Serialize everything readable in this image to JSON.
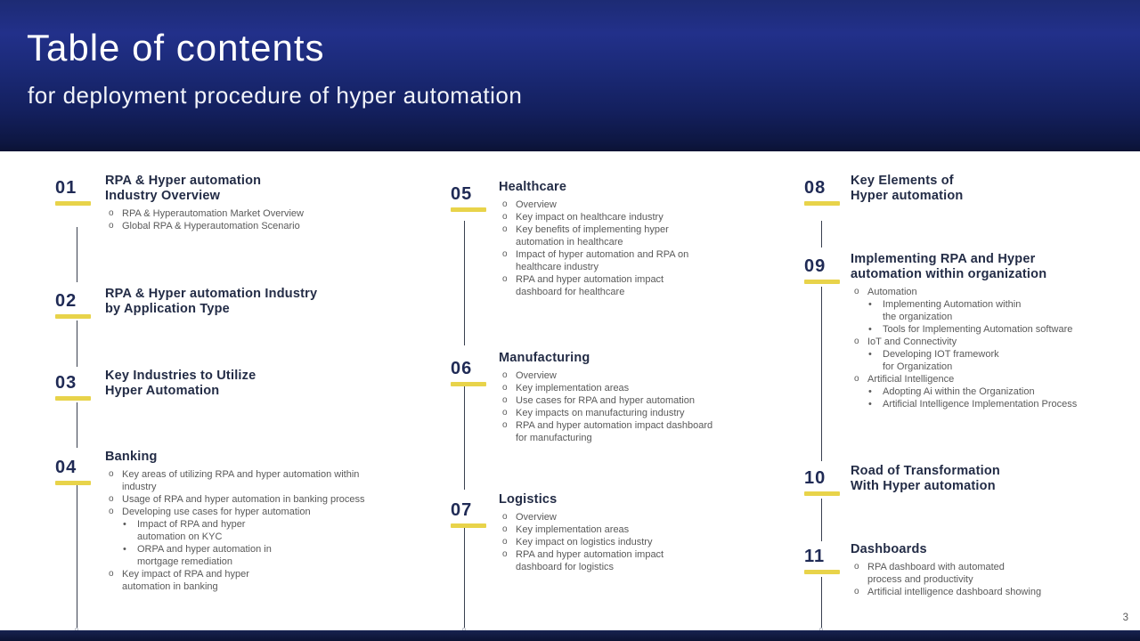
{
  "header": {
    "title": "Table of contents",
    "subtitle": "for deployment procedure of hyper automation"
  },
  "page_number": "3",
  "colors": {
    "accent_yellow": "#E8D34A",
    "number_navy": "#1F2A55",
    "header_blue_top": "#22308A",
    "header_blue_bottom": "#0B1234",
    "body_text_gray": "#595959"
  },
  "sections": [
    {
      "number": "01",
      "title_lines": [
        "RPA & Hyper automation",
        "Industry Overview"
      ],
      "bullets": [
        {
          "text": "RPA & Hyperautomation Market Overview"
        },
        {
          "text": "Global RPA & Hyperautomation Scenario"
        }
      ]
    },
    {
      "number": "02",
      "title_lines": [
        "RPA & Hyper automation Industry",
        "by Application Type"
      ],
      "bullets": []
    },
    {
      "number": "03",
      "title_lines": [
        "Key Industries to Utilize",
        "Hyper Automation"
      ],
      "bullets": []
    },
    {
      "number": "04",
      "title_lines": [
        "Banking"
      ],
      "bullets": [
        {
          "text": "Key areas of utilizing RPA and hyper automation within\nindustry"
        },
        {
          "text": "Usage of RPA and hyper automation in banking process"
        },
        {
          "text": "Developing use cases for hyper automation",
          "subs": [
            "Impact of RPA and hyper\nautomation on KYC",
            "ORPA and hyper automation in\nmortgage remediation"
          ]
        },
        {
          "text": "Key impact of RPA and hyper\nautomation in banking"
        }
      ]
    },
    {
      "number": "05",
      "title_lines": [
        "Healthcare"
      ],
      "bullets": [
        {
          "text": "Overview"
        },
        {
          "text": "Key impact on healthcare industry"
        },
        {
          "text": "Key benefits of implementing hyper\nautomation in healthcare"
        },
        {
          "text": "Impact of hyper automation and RPA on\nhealthcare industry"
        },
        {
          "text": "RPA and hyper automation impact\ndashboard for healthcare"
        }
      ]
    },
    {
      "number": "06",
      "title_lines": [
        "Manufacturing"
      ],
      "bullets": [
        {
          "text": "Overview"
        },
        {
          "text": "Key implementation areas"
        },
        {
          "text": "Use cases for RPA and hyper automation"
        },
        {
          "text": "Key impacts on manufacturing industry"
        },
        {
          "text": "RPA and hyper automation impact dashboard\nfor manufacturing"
        }
      ]
    },
    {
      "number": "07",
      "title_lines": [
        "Logistics"
      ],
      "bullets": [
        {
          "text": "Overview"
        },
        {
          "text": "Key implementation areas"
        },
        {
          "text": "Key impact on logistics industry"
        },
        {
          "text": "RPA and hyper automation impact\ndashboard for logistics"
        }
      ]
    },
    {
      "number": "08",
      "title_lines": [
        "Key Elements of",
        "Hyper automation"
      ],
      "bullets": []
    },
    {
      "number": "09",
      "title_lines": [
        "Implementing RPA and Hyper",
        "automation within organization"
      ],
      "bullets": [
        {
          "text": "Automation",
          "subs": [
            "Implementing Automation within\nthe organization",
            "Tools for Implementing Automation software"
          ]
        },
        {
          "text": "IoT and Connectivity",
          "subs": [
            "Developing IOT framework\nfor Organization"
          ]
        },
        {
          "text": "Artificial Intelligence",
          "subs": [
            "Adopting Ai within the Organization",
            "Artificial Intelligence Implementation Process"
          ]
        }
      ]
    },
    {
      "number": "10",
      "title_lines": [
        "Road of Transformation",
        "With Hyper automation"
      ],
      "bullets": []
    },
    {
      "number": "11",
      "title_lines": [
        "Dashboards"
      ],
      "bullets": [
        {
          "text": "RPA dashboard with automated\nprocess and productivity"
        },
        {
          "text": "Artificial intelligence dashboard showing"
        }
      ]
    }
  ]
}
